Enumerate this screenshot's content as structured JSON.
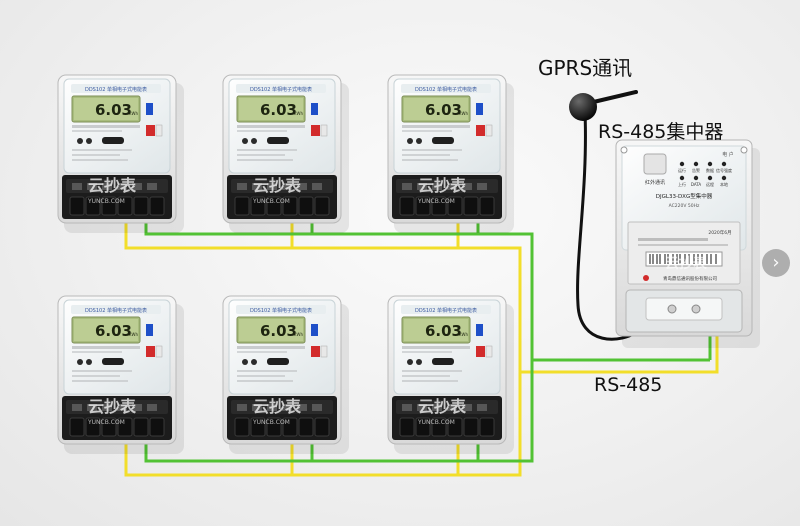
{
  "labels": {
    "gprs": "GPRS通讯",
    "concentrator": "RS-485集中器",
    "bus": "RS-485"
  },
  "meter": {
    "reading": "6.03",
    "unit": "kWh",
    "header": "DDS102 单相电子式电能表",
    "watermark_main": "云抄表",
    "watermark_sub": "YUNCB.COM"
  },
  "concentrator": {
    "model": "DJGL33-DXG型集中器",
    "spec": "AC220V 50Hz",
    "brand_tag": "电 户",
    "date": "2020年6月",
    "manufacturer": "青岛鼎信通讯股份有限公司",
    "indicator_labels": [
      "运行",
      "告警",
      "数据",
      "信号强度",
      "上行",
      "DATA",
      "远程",
      "本地"
    ],
    "infrared": "红外通讯"
  },
  "colors": {
    "wire_green": "#52c234",
    "wire_yellow": "#f2de2a",
    "lcd": "#b7c98f",
    "accent_red": "#d22b2b",
    "accent_blue": "#1e4fc8"
  },
  "nav": {
    "next": "›"
  }
}
